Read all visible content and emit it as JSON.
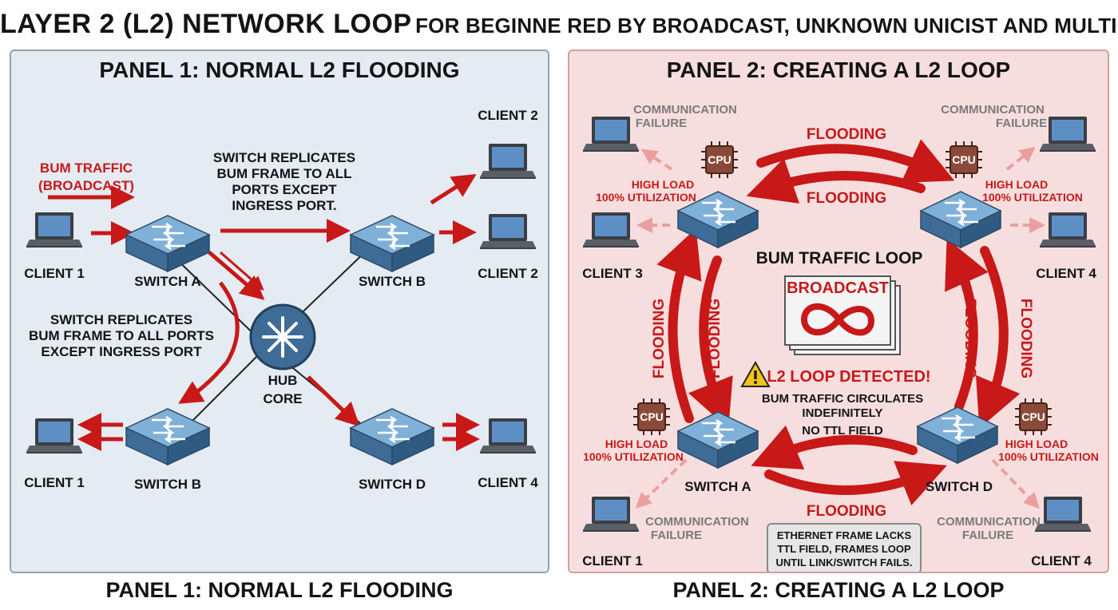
{
  "title": {
    "main": "LAYER 2 (L2) NETWORK LOOP",
    "sub": "FOR BEGINNE RED BY BROADCAST, UNKNOWN UNICIST AND MULTICAST"
  },
  "panel1": {
    "title": "PANEL 1: NORMAL L2 FLOODING",
    "caption": "PANEL 1: NORMAL L2 FLOODING",
    "bum_label": [
      "BUM TRAFFIC",
      "(BROADCAST)"
    ],
    "note_top": [
      "SWITCH REPLICATES",
      "BUM FRAME TO ALL",
      "PORTS EXCEPT",
      "INGRESS PORT."
    ],
    "note_left": [
      "SWITCH REPLICATES",
      "BUM FRAME TO ALL PORTS",
      "EXCEPT INGRESS PORT"
    ],
    "hub_label": [
      "HUB",
      "CORE"
    ],
    "switch_a": "SWITCH A",
    "switch_b_top": "SWITCH B",
    "switch_b_bottom": "SWITCH B",
    "switch_d": "SWITCH D",
    "client1_top": "CLIENT 1",
    "client1_bottom": "CLIENT 1",
    "client2_top": "CLIENT 2",
    "client2_mid": "CLIENT 2",
    "client4": "CLIENT 4"
  },
  "panel2": {
    "title": "PANEL 2: CREATING A L2 LOOP",
    "caption": "PANEL 2: CREATING A L2 LOOP",
    "flooding": "FLOODING",
    "cpu": "CPU",
    "high_load": [
      "HIGH LOAD",
      "100% UTILIZATION"
    ],
    "comm_failure": [
      "COMMUNICATION",
      "FAILURE"
    ],
    "loop_title": "BUM TRAFFIC LOOP",
    "broadcast": "BROADCAST",
    "detected": "L2 LOOP DETECTED!",
    "circulates": [
      "BUM TRAFFIC CIRCULATES",
      "INDEFINITELY"
    ],
    "no_ttl": "NO TTL FIELD",
    "switch_a": "SWITCH A",
    "switch_d": "SWITCH D",
    "client1": "CLIENT 1",
    "client3": "CLIENT 3",
    "client4_mid": "CLIENT 4",
    "client4_bottom": "CLIENT 4",
    "ethernet_note": [
      "ETHERNET FRAME LACKS",
      "TTL FIELD, FRAMES LOOP",
      "UNTIL LINK/SWITCH FAILS."
    ]
  },
  "colors": {
    "arrow_red": "#c81818",
    "switch_blue": "#5b8fbf",
    "panel1_bg": "#e4ebf2",
    "panel2_bg": "#f7dede",
    "cpu_brown": "#8a4a3a"
  }
}
